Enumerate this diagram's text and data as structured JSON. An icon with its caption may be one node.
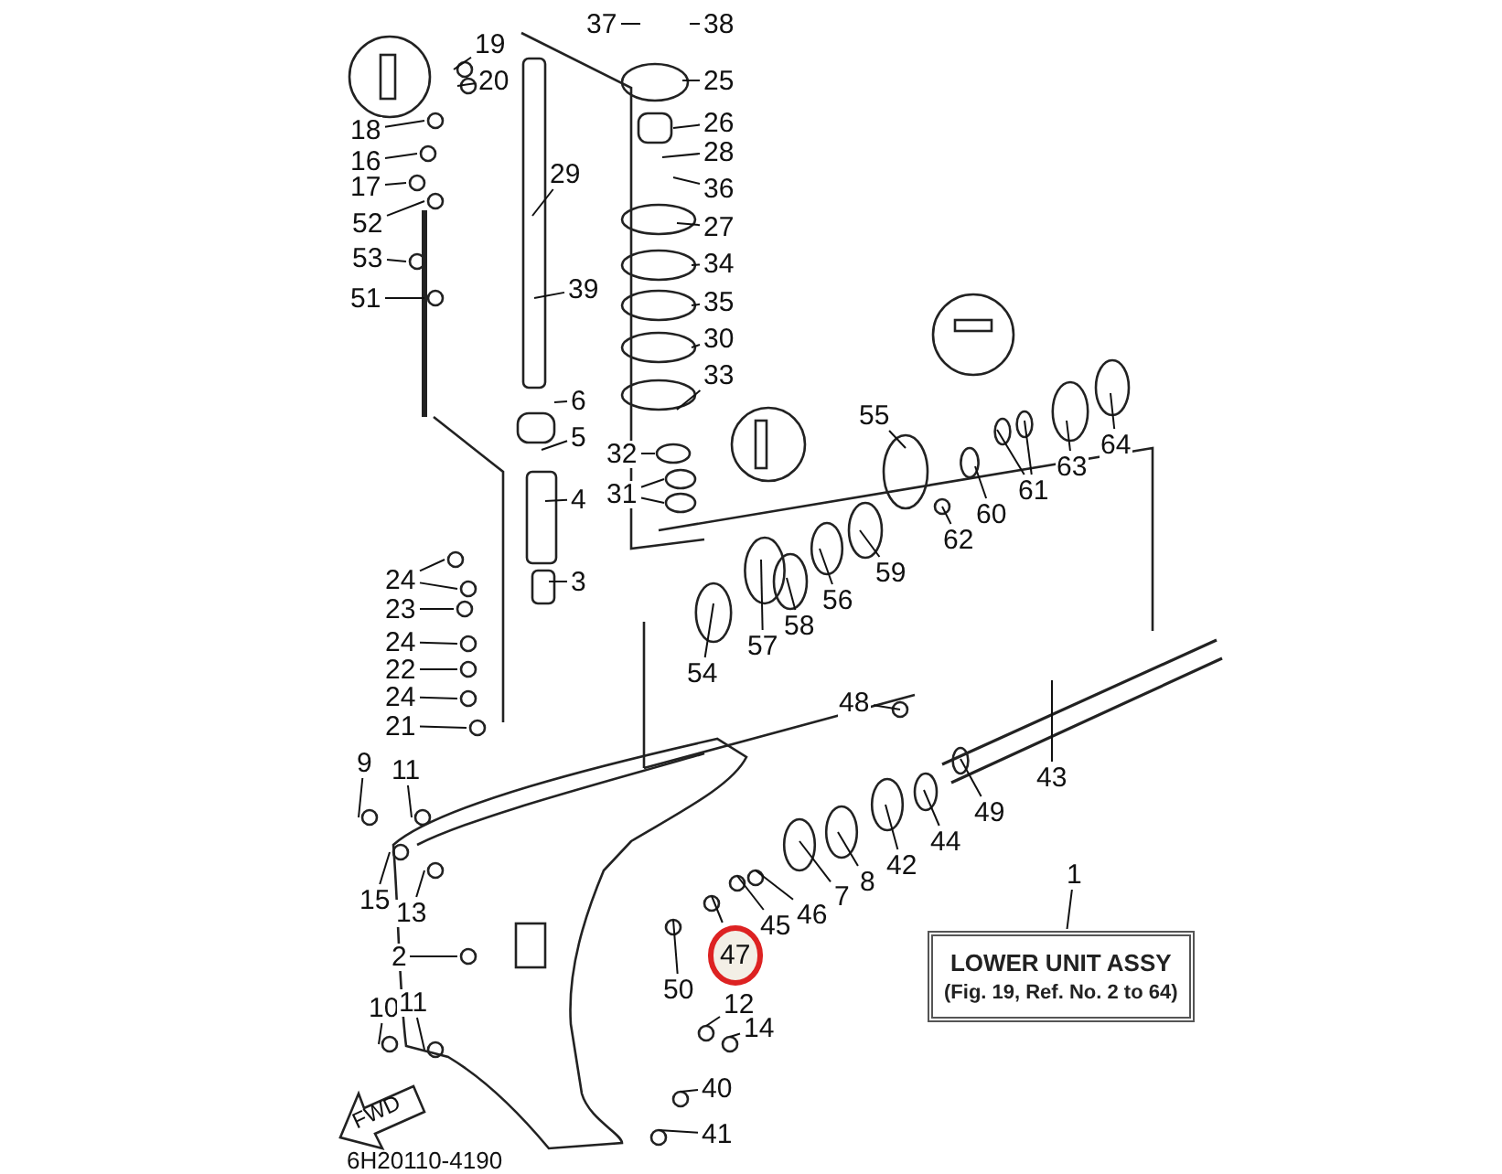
{
  "diagram": {
    "nodes": [
      {
        "text": [
          "19"
        ]
      },
      {
        "text": [
          "20"
        ]
      },
      {
        "text": [
          "18"
        ]
      },
      {
        "text": [
          "16"
        ]
      },
      {
        "text": [
          "17"
        ]
      },
      {
        "text": [
          "52"
        ]
      },
      {
        "text": [
          "53"
        ]
      },
      {
        "text": [
          "51"
        ]
      },
      {
        "text": [
          "37"
        ]
      },
      {
        "text": [
          "38"
        ]
      },
      {
        "text": [
          "25"
        ]
      },
      {
        "text": [
          "26"
        ]
      },
      {
        "text": [
          "28"
        ]
      },
      {
        "text": [
          "36"
        ]
      },
      {
        "text": [
          "27"
        ]
      },
      {
        "text": [
          "34"
        ]
      },
      {
        "text": [
          "35"
        ]
      },
      {
        "text": [
          "30"
        ]
      },
      {
        "text": [
          "33"
        ]
      },
      {
        "text": [
          "29"
        ]
      },
      {
        "text": [
          "39"
        ]
      },
      {
        "text": [
          "6"
        ]
      },
      {
        "text": [
          "5"
        ]
      },
      {
        "text": [
          "4"
        ]
      },
      {
        "text": [
          "3"
        ]
      },
      {
        "text": [
          "32"
        ]
      },
      {
        "text": [
          "31"
        ]
      },
      {
        "text": [
          "24"
        ]
      },
      {
        "text": [
          "23"
        ]
      },
      {
        "text": [
          "24"
        ]
      },
      {
        "text": [
          "22"
        ]
      },
      {
        "text": [
          "24"
        ]
      },
      {
        "text": [
          "21"
        ]
      },
      {
        "text": [
          "9"
        ]
      },
      {
        "text": [
          "11"
        ]
      },
      {
        "text": [
          "15"
        ]
      },
      {
        "text": [
          "13"
        ]
      },
      {
        "text": [
          "2"
        ]
      },
      {
        "text": [
          "10"
        ]
      },
      {
        "text": [
          "11"
        ]
      },
      {
        "text": [
          "12"
        ]
      },
      {
        "text": [
          "14"
        ]
      },
      {
        "text": [
          "40"
        ]
      },
      {
        "text": [
          "41"
        ]
      },
      {
        "text": [
          "50"
        ]
      },
      {
        "text": [
          "47"
        ]
      },
      {
        "text": [
          "45"
        ]
      },
      {
        "text": [
          "46"
        ]
      },
      {
        "text": [
          "7"
        ]
      },
      {
        "text": [
          "8"
        ]
      },
      {
        "text": [
          "42"
        ]
      },
      {
        "text": [
          "44"
        ]
      },
      {
        "text": [
          "49"
        ]
      },
      {
        "text": [
          "43"
        ]
      },
      {
        "text": [
          "48"
        ]
      },
      {
        "text": [
          "54"
        ]
      },
      {
        "text": [
          "57"
        ]
      },
      {
        "text": [
          "58"
        ]
      },
      {
        "text": [
          "56"
        ]
      },
      {
        "text": [
          "59"
        ]
      },
      {
        "text": [
          "55"
        ]
      },
      {
        "text": [
          "62"
        ]
      },
      {
        "text": [
          "60"
        ]
      },
      {
        "text": [
          "61"
        ]
      },
      {
        "text": [
          "63"
        ]
      },
      {
        "text": [
          "64"
        ]
      },
      {
        "text": [
          "1"
        ]
      },
      {
        "text": [
          "LOWER UNIT ASSY",
          "(Fig. 19, Ref. No. 2 to 64)"
        ]
      }
    ],
    "edges": [
      {
        "from": 0,
        "to": null,
        "arrow": "none"
      },
      {
        "from": 1,
        "to": null,
        "arrow": "none"
      },
      {
        "from": 2,
        "to": null,
        "arrow": "none"
      },
      {
        "from": 3,
        "to": null,
        "arrow": "none"
      },
      {
        "from": 4,
        "to": null,
        "arrow": "none"
      },
      {
        "from": 5,
        "to": null,
        "arrow": "none"
      },
      {
        "from": 6,
        "to": null,
        "arrow": "none"
      },
      {
        "from": 7,
        "to": null,
        "arrow": "none"
      },
      {
        "from": 8,
        "to": null,
        "arrow": "none"
      },
      {
        "from": 9,
        "to": null,
        "arrow": "none"
      },
      {
        "from": 10,
        "to": null,
        "arrow": "none"
      },
      {
        "from": 11,
        "to": null,
        "arrow": "none"
      },
      {
        "from": 12,
        "to": null,
        "arrow": "none"
      },
      {
        "from": 13,
        "to": null,
        "arrow": "none"
      },
      {
        "from": 14,
        "to": null,
        "arrow": "none"
      },
      {
        "from": 15,
        "to": null,
        "arrow": "none"
      },
      {
        "from": 16,
        "to": null,
        "arrow": "none"
      },
      {
        "from": 17,
        "to": null,
        "arrow": "none"
      },
      {
        "from": 18,
        "to": null,
        "arrow": "none"
      },
      {
        "from": 19,
        "to": null,
        "arrow": "none"
      },
      {
        "from": 20,
        "to": null,
        "arrow": "none"
      },
      {
        "from": 21,
        "to": null,
        "arrow": "none"
      },
      {
        "from": 22,
        "to": null,
        "arrow": "none"
      },
      {
        "from": 23,
        "to": null,
        "arrow": "none"
      },
      {
        "from": 24,
        "to": null,
        "arrow": "none"
      },
      {
        "from": 25,
        "to": null,
        "arrow": "none"
      },
      {
        "from": 26,
        "to": null,
        "arrow": "none"
      },
      {
        "from": 26,
        "to": null,
        "arrow": "none"
      },
      {
        "from": 27,
        "to": null,
        "arrow": "none"
      },
      {
        "from": 27,
        "to": null,
        "arrow": "none"
      },
      {
        "from": 28,
        "to": null,
        "arrow": "none"
      },
      {
        "from": 29,
        "to": null,
        "arrow": "none"
      },
      {
        "from": 30,
        "to": null,
        "arrow": "none"
      },
      {
        "from": 31,
        "to": null,
        "arrow": "none"
      },
      {
        "from": 32,
        "to": null,
        "arrow": "none"
      },
      {
        "from": 33,
        "to": null,
        "arrow": "none"
      },
      {
        "from": 34,
        "to": null,
        "arrow": "none"
      },
      {
        "from": 35,
        "to": null,
        "arrow": "none"
      },
      {
        "from": 36,
        "to": null,
        "arrow": "none"
      },
      {
        "from": 37,
        "to": null,
        "arrow": "none"
      },
      {
        "from": 38,
        "to": null,
        "arrow": "none"
      },
      {
        "from": 39,
        "to": null,
        "arrow": "none"
      },
      {
        "from": 40,
        "to": null,
        "arrow": "none"
      },
      {
        "from": 41,
        "to": null,
        "arrow": "none"
      },
      {
        "from": 42,
        "to": null,
        "arrow": "none"
      },
      {
        "from": 43,
        "to": null,
        "arrow": "none"
      },
      {
        "from": 44,
        "to": null,
        "arrow": "none"
      },
      {
        "from": 45,
        "to": null,
        "arrow": "none"
      },
      {
        "from": 46,
        "to": null,
        "arrow": "none"
      },
      {
        "from": 47,
        "to": null,
        "arrow": "none"
      },
      {
        "from": 48,
        "to": null,
        "arrow": "none"
      },
      {
        "from": 49,
        "to": null,
        "arrow": "none"
      },
      {
        "from": 50,
        "to": null,
        "arrow": "none"
      },
      {
        "from": 51,
        "to": null,
        "arrow": "none"
      },
      {
        "from": 52,
        "to": null,
        "arrow": "none"
      },
      {
        "from": 53,
        "to": null,
        "arrow": "none"
      },
      {
        "from": 54,
        "to": null,
        "arrow": "none"
      },
      {
        "from": 55,
        "to": null,
        "arrow": "none"
      },
      {
        "from": 56,
        "to": null,
        "arrow": "none"
      },
      {
        "from": 57,
        "to": null,
        "arrow": "none"
      },
      {
        "from": 58,
        "to": null,
        "arrow": "none"
      },
      {
        "from": 59,
        "to": null,
        "arrow": "none"
      },
      {
        "from": 60,
        "to": null,
        "arrow": "none"
      },
      {
        "from": 61,
        "to": null,
        "arrow": "none"
      },
      {
        "from": 62,
        "to": null,
        "arrow": "none"
      },
      {
        "from": 63,
        "to": null,
        "arrow": "none"
      },
      {
        "from": 63,
        "to": null,
        "arrow": "none"
      },
      {
        "from": 64,
        "to": null,
        "arrow": "none"
      },
      {
        "from": 65,
        "to": null,
        "arrow": "none"
      },
      {
        "from": 66,
        "to": 67,
        "arrow": "none"
      }
    ],
    "labels": [
      "FWD",
      "6H20110-4190"
    ]
  }
}
